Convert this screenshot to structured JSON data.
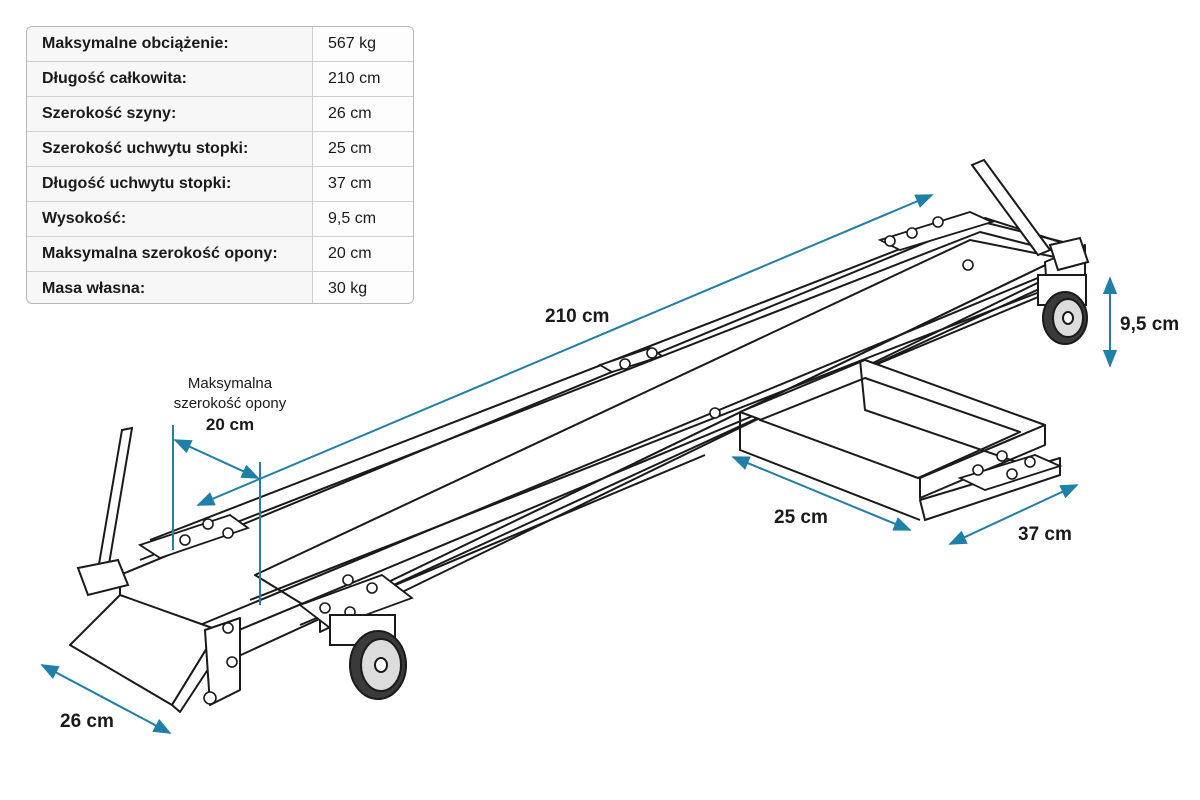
{
  "specs": [
    {
      "label": "Maksymalne obciążenie:",
      "value": "567 kg"
    },
    {
      "label": "Długość całkowita:",
      "value": "210 cm"
    },
    {
      "label": "Szerokość szyny:",
      "value": "26 cm"
    },
    {
      "label": "Szerokość uchwytu stopki:",
      "value": "25 cm"
    },
    {
      "label": "Długość uchwytu stopki:",
      "value": "37 cm"
    },
    {
      "label": "Wysokość:",
      "value": "9,5 cm"
    },
    {
      "label": "Maksymalna szerokość opony:",
      "value": "20 cm"
    },
    {
      "label": "Masa własna:",
      "value": "30 kg"
    }
  ],
  "dimensions": {
    "length": "210 cm",
    "height": "9,5 cm",
    "rail_width": "26 cm",
    "stand_width": "25 cm",
    "stand_length": "37 cm",
    "tire_line1": "Maksymalna",
    "tire_line2": "szerokość opony",
    "tire_value": "20 cm"
  },
  "colors": {
    "dimension_arrow": "#1f7fa6",
    "line_art": "#1a1a1a",
    "table_border": "#b9b9b9"
  },
  "icons": [
    "wheel-icon",
    "handle-icon",
    "bolt-icon"
  ]
}
